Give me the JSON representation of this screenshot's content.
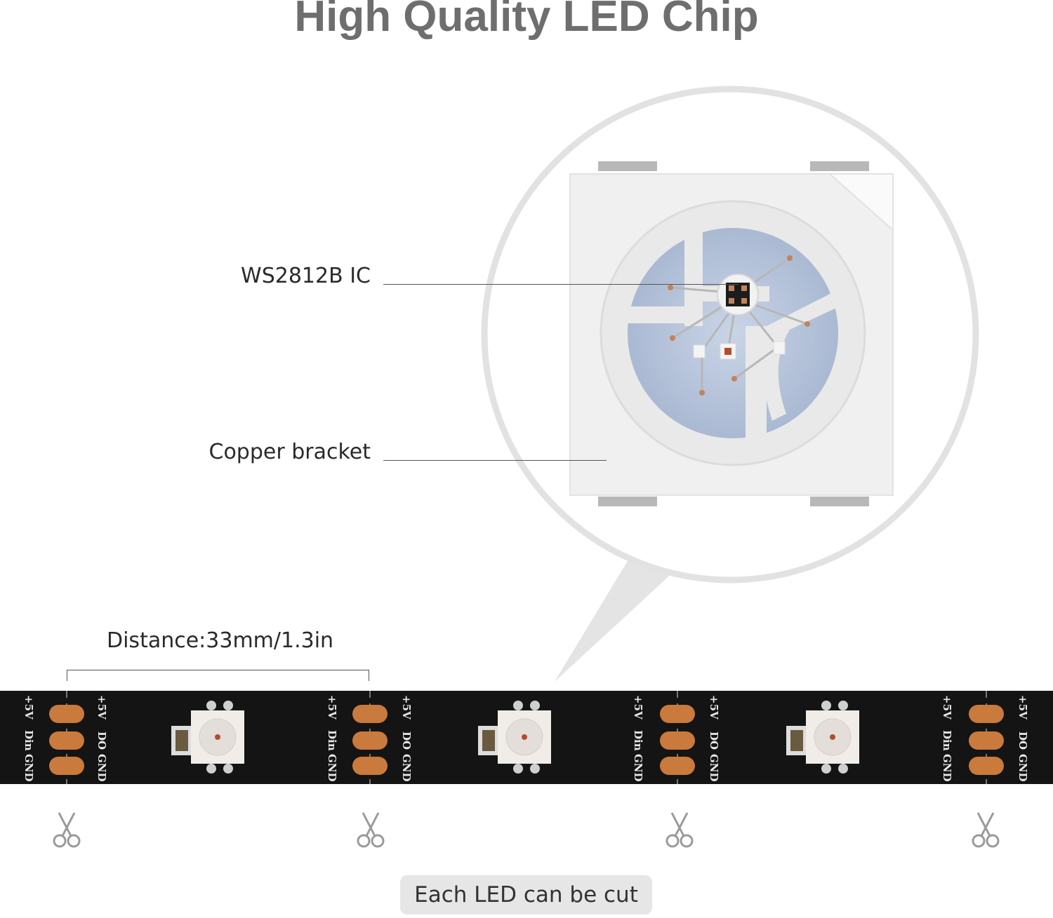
{
  "header": {
    "title": "High Quality LED Chip"
  },
  "callouts": {
    "ic_label": "WS2812B IC",
    "bracket_label": "Copper bracket"
  },
  "strip": {
    "distance_label": "Distance:33mm/1.3in",
    "pad_labels": {
      "v5": "+5V",
      "din": "Din",
      "gnd": "GND",
      "do": "DO"
    }
  },
  "footer": {
    "cut_label": "Each LED can be cut"
  },
  "colors": {
    "title": "#6e6e6e",
    "strip": "#141414",
    "copper_pad": "#c97a3c",
    "badge": "#e6e6e6"
  },
  "icons": [
    "scissors-icon",
    "scissors-icon",
    "scissors-icon",
    "scissors-icon"
  ]
}
